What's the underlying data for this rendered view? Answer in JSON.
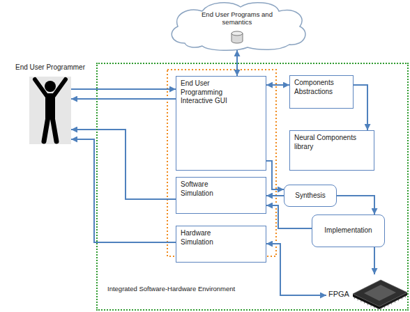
{
  "diagram": {
    "nodes": [
      {
        "text": [
          "End User Programs and semantics"
        ]
      },
      {
        "text": [
          "End User Programmer"
        ]
      },
      {
        "text": [
          "Integrated Software-Hardware Environment"
        ]
      },
      {
        "text": [
          "End User Programming Interactive GUI"
        ],
        "in": 2
      },
      {
        "text": [
          "Components Abstractions"
        ],
        "in": 2
      },
      {
        "text": [
          "Neural Components library"
        ],
        "in": 2
      },
      {
        "text": [
          "Software Simulation"
        ],
        "in": 2
      },
      {
        "text": [
          "Synthesis"
        ],
        "in": 2
      },
      {
        "text": [
          "Implementation"
        ],
        "in": 2
      },
      {
        "text": [
          "Hardware Simulation"
        ],
        "in": 2
      },
      {
        "text": [
          "FPGA"
        ],
        "in": 2
      }
    ],
    "edges": [
      {
        "from": 0,
        "to": 3,
        "arrow": "both"
      },
      {
        "from": 3,
        "to": 4,
        "arrow": "both"
      },
      {
        "from": 4,
        "to": 5,
        "arrow": "to"
      },
      {
        "from": 1,
        "to": 3,
        "arrow": "to"
      },
      {
        "from": 3,
        "to": 1,
        "arrow": "to"
      },
      {
        "from": 3,
        "to": 7,
        "arrow": "to"
      },
      {
        "from": 6,
        "to": 1,
        "arrow": "to"
      },
      {
        "from": 7,
        "to": 6,
        "arrow": "to"
      },
      {
        "from": 7,
        "to": 8,
        "arrow": "to"
      },
      {
        "from": 8,
        "to": 6,
        "arrow": "to"
      },
      {
        "from": 9,
        "to": 1,
        "arrow": "to"
      },
      {
        "from": 8,
        "to": 10,
        "arrow": "to"
      },
      {
        "from": 9,
        "to": 10,
        "arrow": "both"
      }
    ]
  }
}
